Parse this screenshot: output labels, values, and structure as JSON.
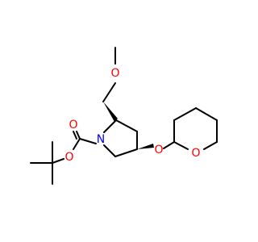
{
  "structure": {
    "atom_labels": {
      "methoxy_oxygen": "O",
      "ring_nitrogen": "N",
      "ether_oxygen": "O",
      "thp_ring_oxygen": "O",
      "carbonyl_oxygen": "O",
      "ester_oxygen": "O"
    },
    "colors": {
      "oxygen": "#ff0000",
      "nitrogen": "#0000ff",
      "bond": "#000000",
      "background": "#ffffff"
    }
  }
}
